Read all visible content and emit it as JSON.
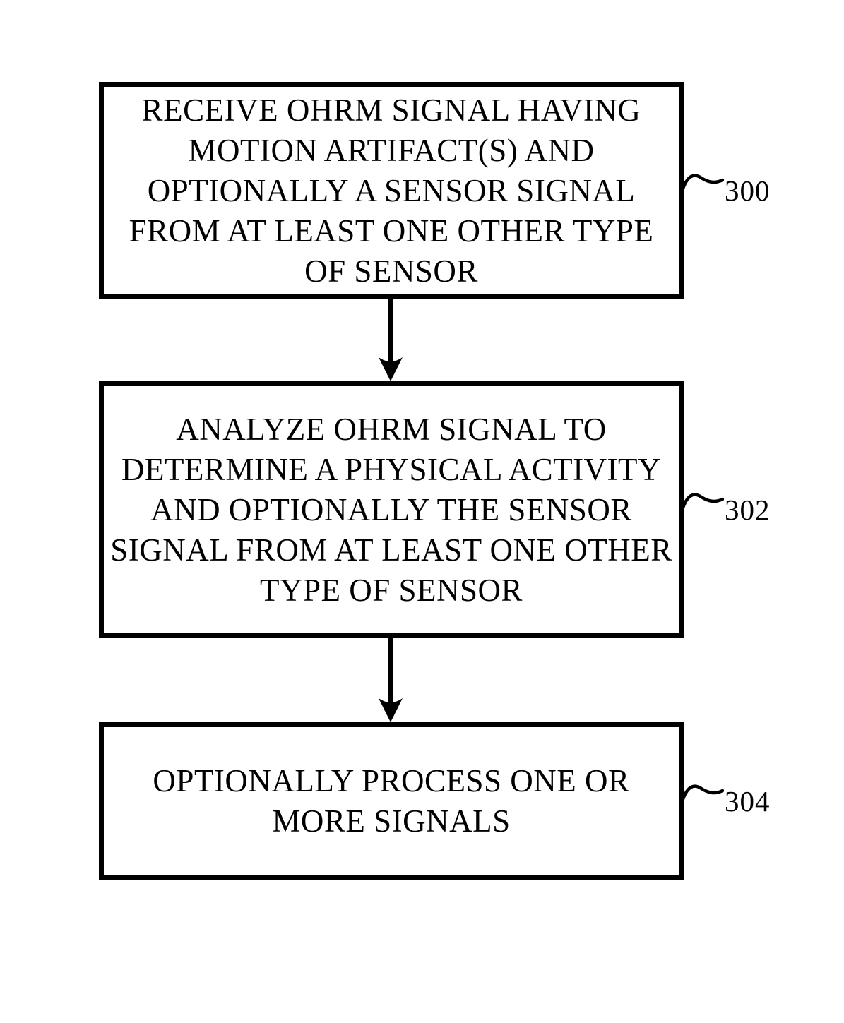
{
  "colors": {
    "ink": "#000000",
    "background": "#ffffff"
  },
  "flowchart": {
    "type": "vertical-process-flow",
    "steps": [
      {
        "ref": "300",
        "lines": [
          "RECEIVE OHRM SIGNAL HAVING",
          "MOTION ARTIFACT(S) AND",
          "OPTIONALLY A SENSOR SIGNAL",
          "FROM AT LEAST ONE OTHER TYPE",
          "OF SENSOR"
        ]
      },
      {
        "ref": "302",
        "lines": [
          "ANALYZE OHRM SIGNAL TO",
          "DETERMINE A PHYSICAL ACTIVITY",
          "AND OPTIONALLY THE SENSOR",
          "SIGNAL FROM AT LEAST ONE OTHER",
          "TYPE OF SENSOR"
        ]
      },
      {
        "ref": "304",
        "lines": [
          "OPTIONALLY PROCESS ONE OR",
          "MORE SIGNALS"
        ]
      }
    ],
    "connectors": [
      {
        "from": "300",
        "to": "302",
        "style": "solid-down-arrow"
      },
      {
        "from": "302",
        "to": "304",
        "style": "solid-down-arrow"
      }
    ]
  }
}
